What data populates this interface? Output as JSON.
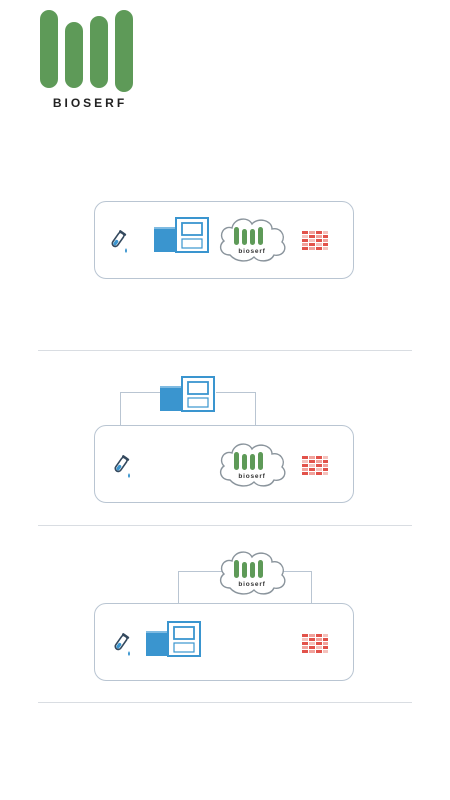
{
  "logo": {
    "text": "BIOSERF",
    "icon": "bioserf-logo-bars",
    "bar_color": "#5e9a58"
  },
  "cloud_label": "bioserf",
  "colors": {
    "panel_border": "#b9c5d2",
    "instrument_blue": "#3a95cf",
    "heatmap_red": "#e2524a",
    "divider": "#d9dde2"
  },
  "scenarios": [
    {
      "items": [
        "test-tube-icon",
        "instrument-icon",
        "cloud-icon",
        "heatmap-icon"
      ]
    },
    {
      "items": [
        "test-tube-icon",
        "cloud-icon",
        "heatmap-icon"
      ],
      "external": "instrument-icon"
    },
    {
      "items": [
        "test-tube-icon",
        "instrument-icon",
        "heatmap-icon"
      ],
      "external": "cloud-icon"
    }
  ]
}
